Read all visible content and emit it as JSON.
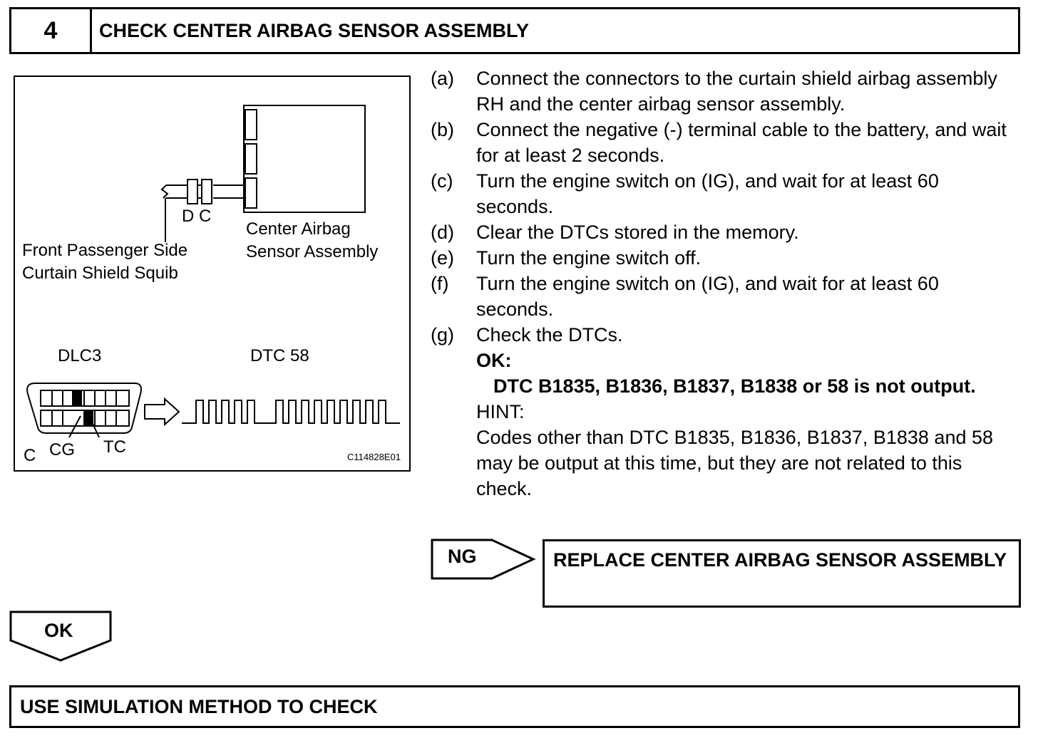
{
  "step": {
    "number": "4",
    "title": "CHECK CENTER AIRBAG SENSOR ASSEMBLY"
  },
  "figure": {
    "connector_label": "D C",
    "squib_label_line1": "Front Passenger Side",
    "squib_label_line2": "Curtain Shield Squib",
    "sensor_label_line1": "Center Airbag",
    "sensor_label_line2": "Sensor Assembly",
    "dlc_label": "DLC3",
    "dtc_label": "DTC 58",
    "pin_c_label": "C",
    "pin_cg_label": "CG",
    "pin_tc_label": "TC",
    "figure_code": "C114828E01"
  },
  "instructions": [
    {
      "letter": "(a)",
      "text": "Connect the connectors to the curtain shield airbag assembly RH and the center airbag sensor assembly."
    },
    {
      "letter": "(b)",
      "text": "Connect the negative (-) terminal cable to the battery, and wait for at least 2 seconds."
    },
    {
      "letter": "(c)",
      "text": "Turn the engine switch on (IG), and wait for at least 60 seconds."
    },
    {
      "letter": "(d)",
      "text": "Clear the DTCs stored in the memory."
    },
    {
      "letter": "(e)",
      "text": "Turn the engine switch off."
    },
    {
      "letter": "(f)",
      "text": "Turn the engine switch on (IG), and wait for at least 60 seconds."
    },
    {
      "letter": "(g)",
      "text": "Check the DTCs."
    }
  ],
  "ok_block": {
    "label": "OK:",
    "text": "DTC B1835, B1836, B1837, B1838 or 58 is not output.",
    "hint_label": "HINT:",
    "hint_text": "Codes other than DTC B1835, B1836, B1837, B1838 and 58 may be output at this time, but they are not related to this check."
  },
  "ng": {
    "label": "NG",
    "action": "REPLACE CENTER AIRBAG SENSOR ASSEMBLY"
  },
  "ok_result": {
    "label": "OK",
    "action": "USE SIMULATION METHOD TO CHECK"
  }
}
